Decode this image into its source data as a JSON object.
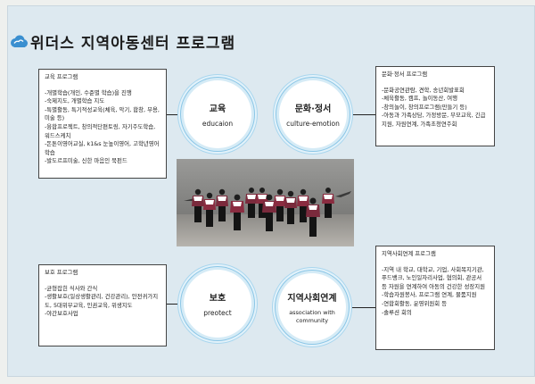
{
  "header": {
    "title": "위더스 지역아동센터 프로그램",
    "logo_icon": "cloud-icon"
  },
  "colors": {
    "background": "#dde9f0",
    "circle_ring": "#8bc6e6",
    "box_border": "#444444",
    "accent_blue": "#3a8fd0"
  },
  "circles": [
    {
      "ko": "교육",
      "en": "educaion"
    },
    {
      "ko": "문화·정서",
      "en": "culture-emotion"
    },
    {
      "ko": "보호",
      "en": "preotect"
    },
    {
      "ko": "지역사회연계",
      "en": "association with community"
    }
  ],
  "boxes": {
    "education": {
      "title": "교육 프로그램",
      "lines": [
        "-개별학습(개인, 수준별 학습)을 진행",
        "-숙제지도, 개별학습 지도",
        "-특별활동, 특기적성교육(체육, 악기, 합창, 무용, 미술 등)",
        "-융합프로젝트, 창의적단편토링, 자기주도학습, 워드스케치",
        "-돈톤이영어교실, k1&s 눈높이영어, 고학년영어학습",
        "-발도르프미술, 신한 마음인 북펀드"
      ]
    },
    "culture": {
      "title": "문화·정서 프로그램",
      "lines": [
        "-문화공연관람, 견학, 송년회발표회",
        "-체육활동, 캠프, 놀이동산, 여행",
        "-창의놀이, 창의프로그램(만들기 등)",
        "-아동과 가족상담, 가정방문, 부모교육, 긴급지원, 자원연계, 가족초청연주회"
      ]
    },
    "protect": {
      "title": "보호 프로그램",
      "lines": [
        "-균형잡힌 식사와 간식",
        "-생활보호(일상생활관리, 건강관리), 안전귀가지도, 5대위무교육, 인권교육, 위생지도",
        "-야간보호사업"
      ]
    },
    "community": {
      "title": "지역사회연계 프로그램",
      "lines": [
        "-지역 내 학교, 대학교, 기업, 사회복지기관, 푸드뱅크, 노인일자리사업, 협의회, 관공서 등 자원을 연계하여 아동의 건강한 성장지원",
        "-학습자원봉사, 프로그램 연계, 물품지원",
        "-연합회활동, 운영위원회 등",
        "-솔루션 회의"
      ]
    }
  }
}
